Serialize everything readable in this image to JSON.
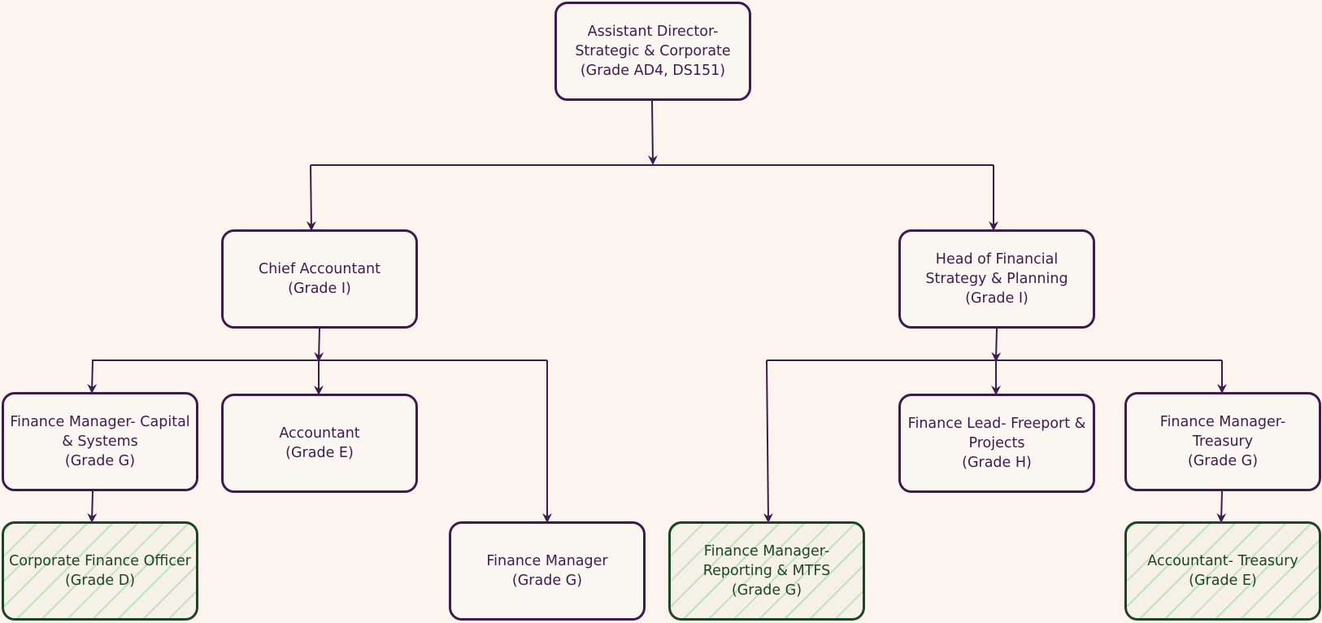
{
  "colors": {
    "background": "#fbf4ef",
    "filled": "#3f1b4d",
    "vacant": "#1e4523",
    "vacant_hatch": "#addbb7"
  },
  "nodes": {
    "ad": {
      "lines": [
        "Assistant Director-",
        "Strategic & Corporate",
        "(Grade AD4, DS151)"
      ],
      "vacant": false
    },
    "ca": {
      "lines": [
        "Chief Accountant",
        "(Grade I)"
      ],
      "vacant": false
    },
    "hfsp": {
      "lines": [
        "Head of Financial",
        "Strategy & Planning",
        "(Grade I)"
      ],
      "vacant": false
    },
    "fmcs": {
      "lines": [
        "Finance Manager- Capital",
        "& Systems",
        "(Grade G)"
      ],
      "vacant": false
    },
    "acc": {
      "lines": [
        "Accountant",
        "(Grade E)"
      ],
      "vacant": false
    },
    "fm": {
      "lines": [
        "Finance Manager",
        "(Grade G)"
      ],
      "vacant": false
    },
    "fmrm": {
      "lines": [
        "Finance Manager-",
        "Reporting & MTFS",
        "(Grade G)"
      ],
      "vacant": true
    },
    "flfp": {
      "lines": [
        "Finance Lead- Freeport &",
        "Projects",
        "(Grade H)"
      ],
      "vacant": false
    },
    "fmt": {
      "lines": [
        "Finance Manager-",
        "Treasury",
        "(Grade G)"
      ],
      "vacant": false
    },
    "cfo": {
      "lines": [
        "Corporate Finance Officer",
        "(Grade D)"
      ],
      "vacant": true
    },
    "acct": {
      "lines": [
        "Accountant- Treasury",
        "(Grade E)"
      ],
      "vacant": true
    }
  }
}
